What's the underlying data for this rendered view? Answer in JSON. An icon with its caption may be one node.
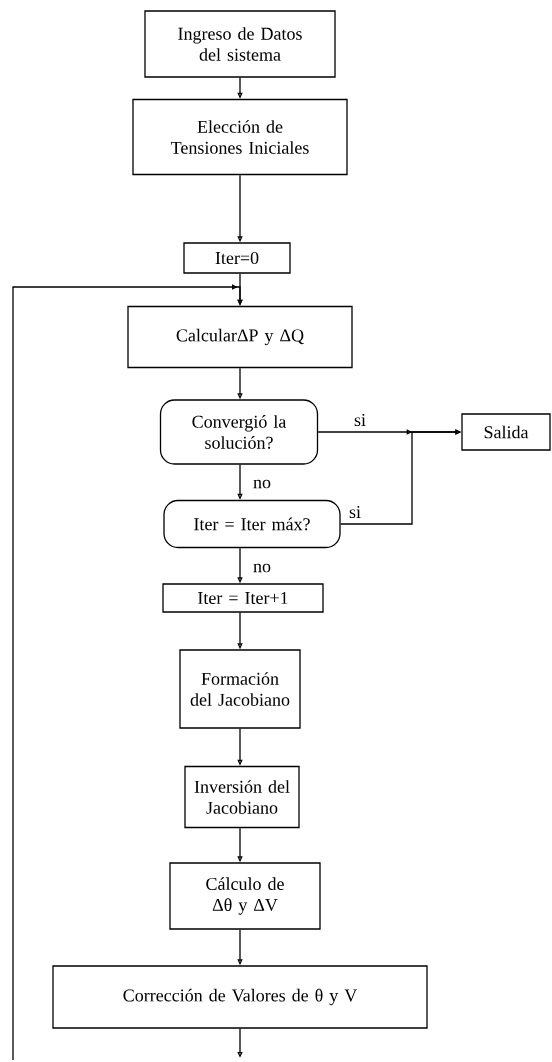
{
  "diagram": {
    "nodes": [
      {
        "text": [
          "Ingreso de Datos del sistema"
        ]
      },
      {
        "text": [
          "Elección de Tensiones Iniciales"
        ]
      },
      {
        "text": [
          "Iter=0"
        ]
      },
      {
        "text": [
          "CalcularΔP y ΔQ"
        ]
      },
      {
        "text": [
          "Convergió la solución?"
        ]
      },
      {
        "text": [
          "Salida"
        ]
      },
      {
        "text": [
          "Iter = Iter máx?"
        ]
      },
      {
        "text": [
          "Iter = Iter+1"
        ]
      },
      {
        "text": [
          "Formación del Jacobiano"
        ]
      },
      {
        "text": [
          "Inversión del Jacobiano"
        ]
      },
      {
        "text": [
          "Cálculo de Δθ y ΔV"
        ]
      },
      {
        "text": [
          "Corrección de Valores de θ y V"
        ]
      }
    ],
    "edges": [
      {
        "from": 0,
        "to": 1,
        "arrow": "to"
      },
      {
        "from": 1,
        "to": 2,
        "arrow": "to"
      },
      {
        "from": 2,
        "to": 3,
        "arrow": "to"
      },
      {
        "from": 3,
        "to": 4,
        "arrow": "to"
      },
      {
        "from": 4,
        "to": 5,
        "arrow": "to",
        "label": "si"
      },
      {
        "from": 4,
        "to": 6,
        "arrow": "to",
        "label": "no"
      },
      {
        "from": 6,
        "to": 5,
        "arrow": "to",
        "label": "si"
      },
      {
        "from": 6,
        "to": 7,
        "arrow": "to",
        "label": "no"
      },
      {
        "from": 7,
        "to": 8,
        "arrow": "to"
      },
      {
        "from": 8,
        "to": 9,
        "arrow": "to"
      },
      {
        "from": 9,
        "to": 10,
        "arrow": "to"
      },
      {
        "from": 10,
        "to": 11,
        "arrow": "to"
      },
      {
        "from": 11,
        "to": null,
        "arrow": "to"
      },
      {
        "from": null,
        "to": 3,
        "arrow": "to"
      }
    ]
  }
}
